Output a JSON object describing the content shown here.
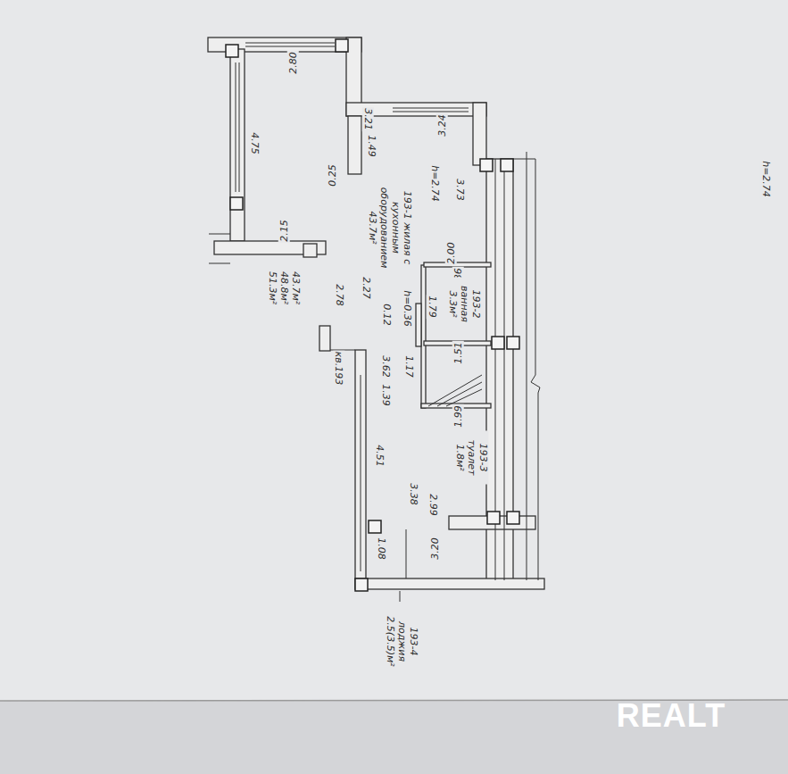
{
  "diagram": {
    "labels": [
      "2.80",
      "4.75",
      "3.21",
      "1.49",
      "3.24",
      "0.25",
      "193-1 жилая с кухонным оборудованием 43.7м²",
      "h=2.74",
      "3.73",
      "2.15",
      "кв.193",
      "43.7м² 48.8м² 51.3м²",
      "2.78",
      "2.27",
      "2.00",
      "1.86",
      "0.12",
      "h=0.36",
      "1.79",
      "193-2 ванная 3.3м²",
      "3.62",
      "1.17",
      "1.51",
      "1.39",
      "1.99",
      "4.51",
      "193-3 туалет 1.8м²",
      "2.99",
      "3.38",
      "3.20",
      "1.08",
      "193-4 лоджия 2.5(3.5)м²",
      "h=2.74",
      "REALT"
    ]
  }
}
